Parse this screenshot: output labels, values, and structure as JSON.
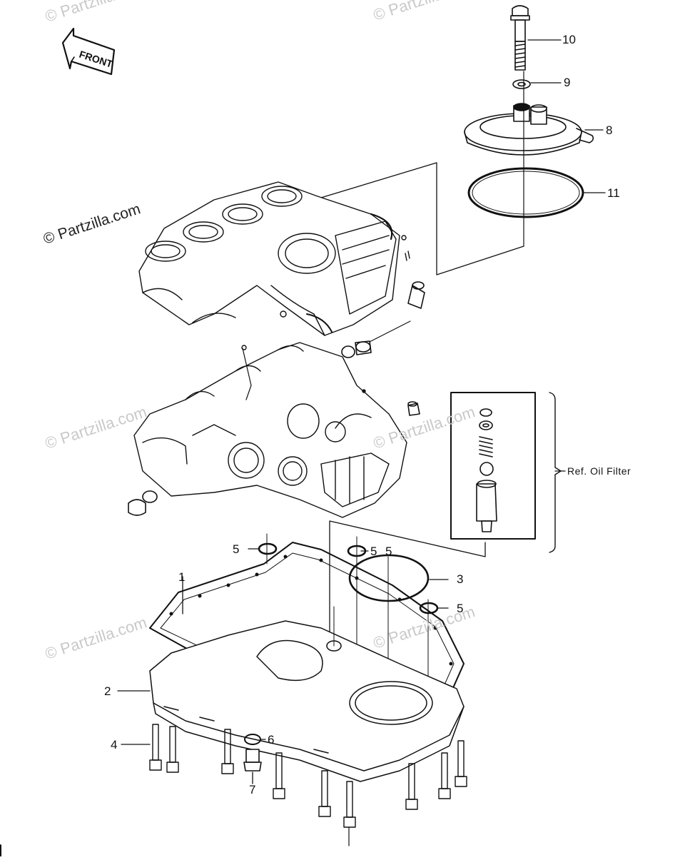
{
  "diagram": {
    "front_tag": "FRONT",
    "watermarks": [
      "© Partzilla.com",
      "© Partzilla.com",
      "© Partzilla.com",
      "© Partzilla.com",
      "© Partzilla.com",
      "© Partzilla.com",
      "© Partzilla.com"
    ],
    "ref_label": "Ref. Oil Filter",
    "callouts": [
      {
        "id": "callout-10",
        "text": "10"
      },
      {
        "id": "callout-9",
        "text": "9"
      },
      {
        "id": "callout-8",
        "text": "8"
      },
      {
        "id": "callout-11",
        "text": "11"
      },
      {
        "id": "callout-5a",
        "text": "5"
      },
      {
        "id": "callout-5b",
        "text": "5"
      },
      {
        "id": "callout-5c",
        "text": "5"
      },
      {
        "id": "callout-1",
        "text": "1"
      },
      {
        "id": "callout-3",
        "text": "3"
      },
      {
        "id": "callout-5d",
        "text": "5"
      },
      {
        "id": "callout-2",
        "text": "2"
      },
      {
        "id": "callout-4",
        "text": "4"
      },
      {
        "id": "callout-6",
        "text": "6"
      },
      {
        "id": "callout-7",
        "text": "7"
      }
    ]
  }
}
